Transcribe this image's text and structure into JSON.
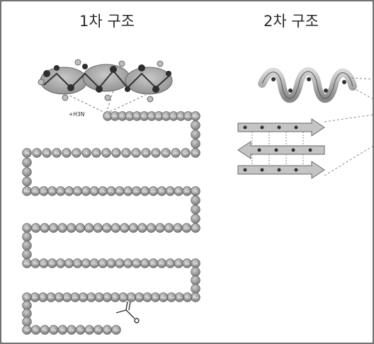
{
  "titles": {
    "primary": "1차 구조",
    "secondary": "2차 구조"
  },
  "amino": {
    "n_terminus": "+H3N"
  },
  "rows": [
    [
      "Gly",
      "Pro",
      "Thr",
      "Gly",
      "Thr",
      "Gly",
      "Glu",
      "Ser",
      "Lys",
      "Cys",
      "Pro",
      "Leu",
      "Met"
    ],
    [
      "Val",
      "Lys",
      "Leu",
      "Asp",
      "Ala",
      "Val",
      "Arg",
      "Gly",
      "Ser",
      "Pro",
      "Ala",
      "Ile",
      "Asn",
      "Val",
      "Ala",
      "Val",
      "His",
      "Val"
    ],
    [
      "Phe",
      "Arg",
      "Lys",
      "Ala",
      "Ala",
      "Asp",
      "Asp",
      "Thr",
      "Trp",
      "Glu",
      "Pro",
      "Phe",
      "Ala",
      "Ser",
      "Gly",
      "Lys",
      "Thr",
      "Ser",
      "Glu",
      "Ser",
      "Gly"
    ],
    [
      "Glu",
      "Leu",
      "His",
      "Gly",
      "Leu",
      "Thr",
      "Thr",
      "Glu",
      "Glu",
      "Glu",
      "Phe",
      "Val",
      "Glu",
      "Gly",
      "Ile",
      "Tyr",
      "Lys",
      "Val",
      "Glu",
      "Ile"
    ],
    [
      "Asp",
      "Thr",
      "Lys",
      "Ser",
      "Tyr",
      "Trp",
      "Lys",
      "Ala",
      "Leu",
      "Gly",
      "Ile",
      "Ser",
      "Pro",
      "Phe",
      "His",
      "Glu",
      "His",
      "Ala",
      "Glu",
      "Val",
      "Val"
    ],
    [
      "Phe",
      "Thr",
      "Ala",
      "Asn",
      "Asp",
      "Ser",
      "Gly",
      "Pro",
      "Arg",
      "Arg",
      "Tyr",
      "Thr",
      "Ile",
      "Ala",
      "Ala",
      "Leu",
      "Leu",
      "Ser",
      "Pro",
      "Tyr",
      "Ser",
      "Tyr"
    ],
    [
      "Ser",
      "Thr",
      "Thr",
      "Ala",
      "Val",
      "Val",
      "Thr",
      "Asn",
      "Pro",
      "Lys",
      "Glu"
    ]
  ]
}
